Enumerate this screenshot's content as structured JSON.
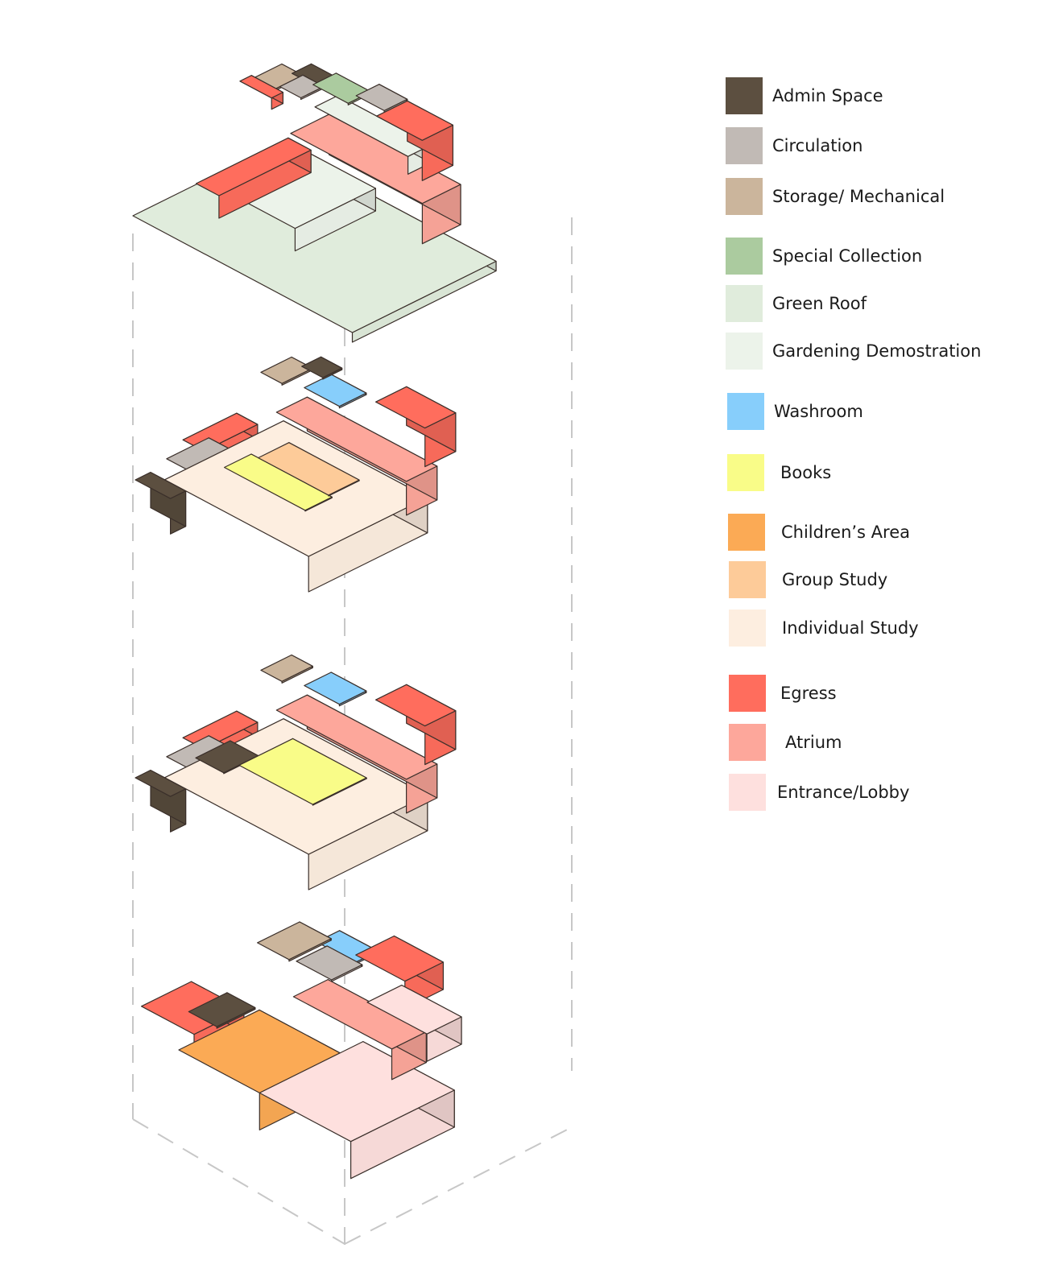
{
  "colors": {
    "admin": "#5c4f40",
    "circulation": "#c1bab5",
    "storage": "#cbb59c",
    "special": "#abcb9f",
    "greenroof": "#e0ecdc",
    "gardening": "#ecf3ea",
    "washroom": "#87cefb",
    "books": "#f9fc88",
    "children": "#fbaa55",
    "group": "#fdcb99",
    "individual": "#fdeee0",
    "egress": "#ff6d5d",
    "atrium": "#fda79b",
    "entrance": "#fee0de",
    "outline": "#3a2f2a",
    "dash": "#c7c7c7"
  },
  "legend": [
    {
      "label": "Admin Space",
      "key": "admin"
    },
    {
      "label": "Circulation",
      "key": "circulation"
    },
    {
      "label": "Storage/ Mechanical",
      "key": "storage"
    },
    {
      "label": "Special Collection",
      "key": "special"
    },
    {
      "label": "Green Roof",
      "key": "greenroof"
    },
    {
      "label": "Gardening Demostration",
      "key": "gardening"
    },
    {
      "label": "Washroom",
      "key": "washroom"
    },
    {
      "label": "Books",
      "key": "books"
    },
    {
      "label": "Children’s Area",
      "key": "children"
    },
    {
      "label": "Group Study",
      "key": "group"
    },
    {
      "label": "Individual Study",
      "key": "individual"
    },
    {
      "label": "Egress",
      "key": "egress"
    },
    {
      "label": "Atrium",
      "key": "atrium"
    },
    {
      "label": "Entrance/Lobby",
      "key": "entrance"
    }
  ],
  "floors": [
    {
      "name": "roof",
      "blocks": [
        {
          "name": "green-roof",
          "key": "greenroof"
        },
        {
          "name": "gardening-demonstration",
          "key": "gardening"
        },
        {
          "name": "egress-left",
          "key": "egress"
        },
        {
          "name": "atrium",
          "key": "atrium"
        },
        {
          "name": "gardening-strip",
          "key": "gardening"
        },
        {
          "name": "egress-right",
          "key": "egress"
        },
        {
          "name": "storage",
          "key": "storage"
        },
        {
          "name": "admin",
          "key": "admin"
        },
        {
          "name": "circulation",
          "key": "circulation"
        },
        {
          "name": "special-collection",
          "key": "special"
        },
        {
          "name": "circulation-rear",
          "key": "circulation"
        },
        {
          "name": "egress-top",
          "key": "egress"
        }
      ]
    },
    {
      "name": "third-floor",
      "blocks": [
        {
          "name": "admin-wall",
          "key": "admin"
        },
        {
          "name": "egress-left",
          "key": "egress"
        },
        {
          "name": "circulation",
          "key": "circulation"
        },
        {
          "name": "individual-study",
          "key": "individual"
        },
        {
          "name": "books",
          "key": "books"
        },
        {
          "name": "group-study",
          "key": "group"
        },
        {
          "name": "atrium",
          "key": "atrium"
        },
        {
          "name": "washroom",
          "key": "washroom"
        },
        {
          "name": "egress-right",
          "key": "egress"
        },
        {
          "name": "storage",
          "key": "storage"
        },
        {
          "name": "admin",
          "key": "admin"
        }
      ]
    },
    {
      "name": "second-floor",
      "blocks": [
        {
          "name": "admin-wall",
          "key": "admin"
        },
        {
          "name": "egress-left",
          "key": "egress"
        },
        {
          "name": "circulation",
          "key": "circulation"
        },
        {
          "name": "individual-study",
          "key": "individual"
        },
        {
          "name": "admin",
          "key": "admin"
        },
        {
          "name": "books",
          "key": "books"
        },
        {
          "name": "atrium",
          "key": "atrium"
        },
        {
          "name": "washroom",
          "key": "washroom"
        },
        {
          "name": "egress-right",
          "key": "egress"
        },
        {
          "name": "storage",
          "key": "storage"
        }
      ]
    },
    {
      "name": "ground-floor",
      "blocks": [
        {
          "name": "egress-left",
          "key": "egress"
        },
        {
          "name": "admin",
          "key": "admin"
        },
        {
          "name": "childrens-area",
          "key": "children"
        },
        {
          "name": "entrance-lobby",
          "key": "entrance"
        },
        {
          "name": "atrium",
          "key": "atrium"
        },
        {
          "name": "washroom",
          "key": "washroom"
        },
        {
          "name": "egress-right",
          "key": "egress"
        },
        {
          "name": "storage",
          "key": "storage"
        },
        {
          "name": "circulation",
          "key": "circulation"
        },
        {
          "name": "entrance-annex",
          "key": "entrance"
        }
      ]
    }
  ]
}
